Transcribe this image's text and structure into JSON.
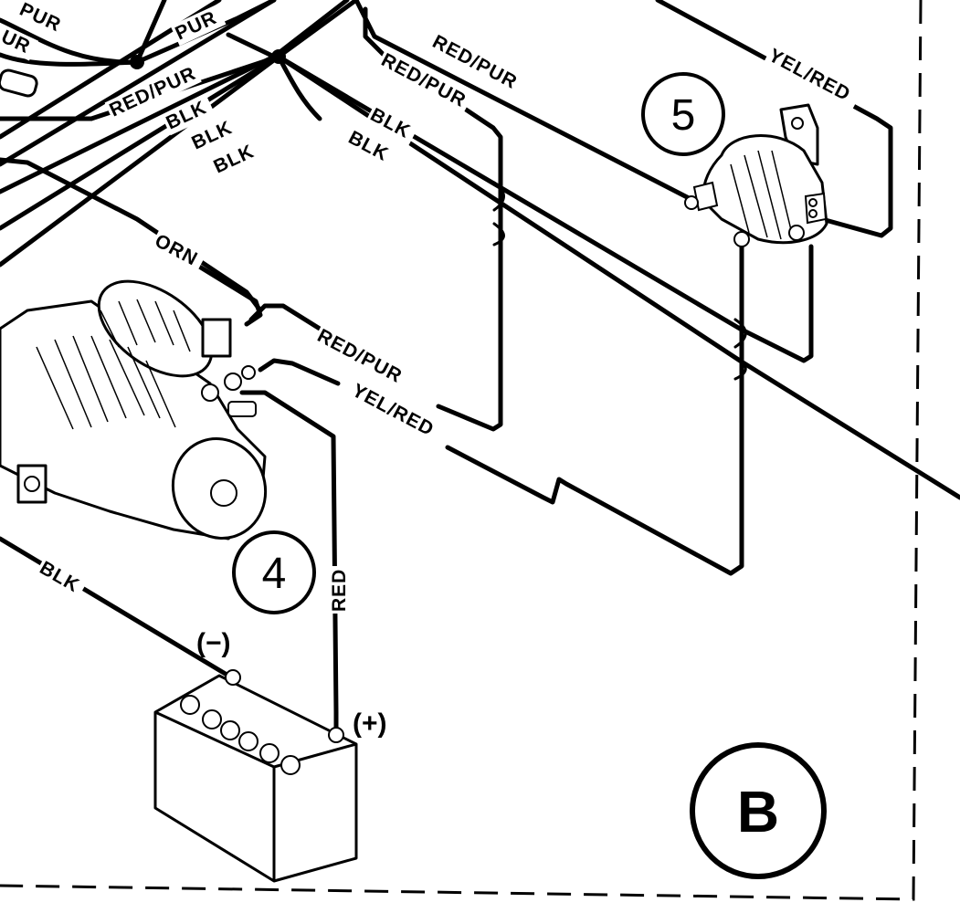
{
  "diagram": {
    "section_label": "B",
    "callouts": [
      {
        "number": "4",
        "component": "starter-motor"
      },
      {
        "number": "5",
        "component": "slave-solenoid"
      }
    ],
    "battery_terminals": {
      "negative": "(−)",
      "positive": "(+)"
    },
    "wire_labels": {
      "pur_top_left": "PUR",
      "pur_top_left_2": "UR",
      "pur": "PUR",
      "red_pur_harness": "RED/PUR",
      "blk_1": "BLK",
      "blk_2": "BLK",
      "blk_3": "BLK",
      "red_pur_right_1": "RED/PUR",
      "red_pur_right_2": "RED/PUR",
      "blk_right_1": "BLK",
      "blk_right_2": "BLK",
      "yel_red_top": "YEL/RED",
      "orn": "ORN",
      "red_pur_starter": "RED/PUR",
      "yel_red_starter": "YEL/RED",
      "red_battery": "RED",
      "blk_battery": "BLK"
    }
  }
}
